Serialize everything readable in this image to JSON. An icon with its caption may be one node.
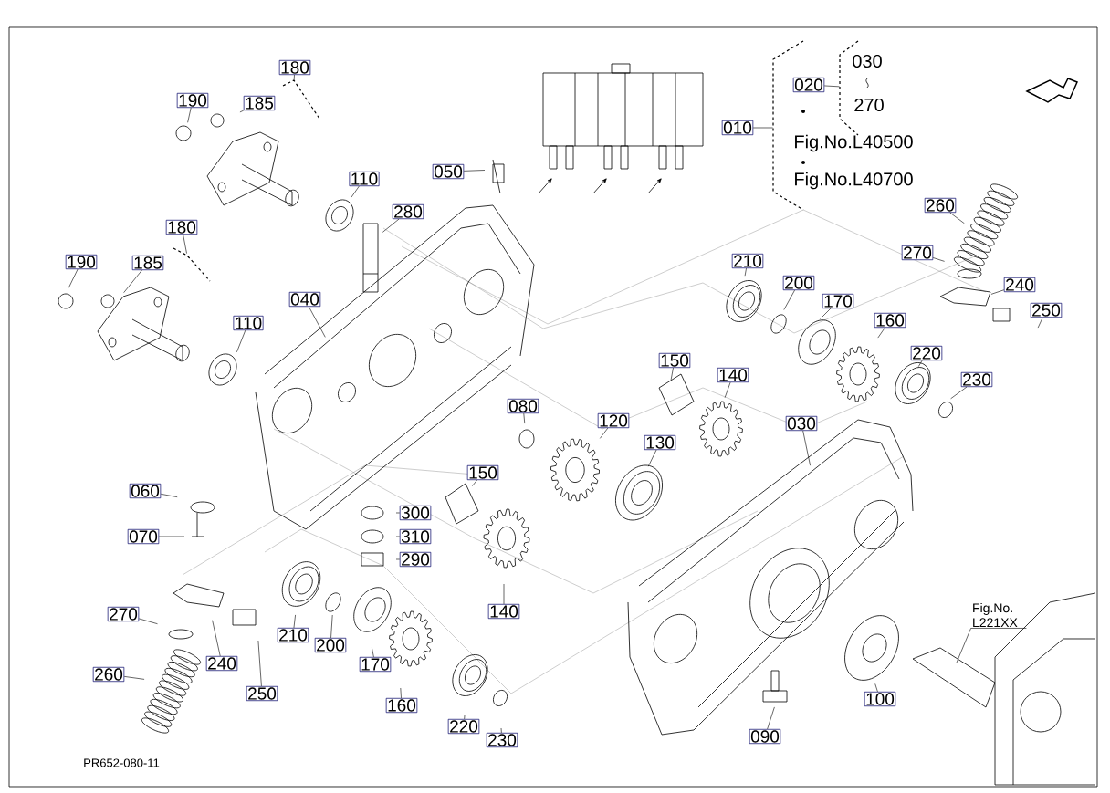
{
  "diagram": {
    "nodes": [
      {
        "text": [
          "180"
        ]
      },
      {
        "text": [
          "190"
        ]
      },
      {
        "text": [
          "185"
        ]
      },
      {
        "text": [
          "110"
        ]
      },
      {
        "text": [
          "050"
        ]
      },
      {
        "text": [
          "280"
        ]
      },
      {
        "text": [
          "180"
        ]
      },
      {
        "text": [
          "190"
        ]
      },
      {
        "text": [
          "185"
        ]
      },
      {
        "text": [
          "110"
        ]
      },
      {
        "text": [
          "040"
        ]
      },
      {
        "text": [
          "010"
        ]
      },
      {
        "text": [
          "020"
        ]
      },
      {
        "text": [
          "260"
        ]
      },
      {
        "text": [
          "270"
        ]
      },
      {
        "text": [
          "210"
        ]
      },
      {
        "text": [
          "200"
        ]
      },
      {
        "text": [
          "170"
        ]
      },
      {
        "text": [
          "240"
        ]
      },
      {
        "text": [
          "250"
        ]
      },
      {
        "text": [
          "160"
        ]
      },
      {
        "text": [
          "150"
        ]
      },
      {
        "text": [
          "140"
        ]
      },
      {
        "text": [
          "220"
        ]
      },
      {
        "text": [
          "230"
        ]
      },
      {
        "text": [
          "080"
        ]
      },
      {
        "text": [
          "120"
        ]
      },
      {
        "text": [
          "130"
        ]
      },
      {
        "text": [
          "030"
        ]
      },
      {
        "text": [
          "150"
        ]
      },
      {
        "text": [
          "060"
        ]
      },
      {
        "text": [
          "300"
        ]
      },
      {
        "text": [
          "070"
        ]
      },
      {
        "text": [
          "310"
        ]
      },
      {
        "text": [
          "290"
        ]
      },
      {
        "text": [
          "140"
        ]
      },
      {
        "text": [
          "270"
        ]
      },
      {
        "text": [
          "210"
        ]
      },
      {
        "text": [
          "200"
        ]
      },
      {
        "text": [
          "240"
        ]
      },
      {
        "text": [
          "170"
        ]
      },
      {
        "text": [
          "260"
        ]
      },
      {
        "text": [
          "250"
        ]
      },
      {
        "text": [
          "160"
        ]
      },
      {
        "text": [
          "220"
        ]
      },
      {
        "text": [
          "230"
        ]
      },
      {
        "text": [
          "090"
        ]
      },
      {
        "text": [
          "100"
        ]
      },
      {
        "text": [
          "Fig.No. L221XX"
        ]
      },
      {
        "text": [],
        "shape": "bracket"
      },
      {
        "text": [],
        "shape": "bracket"
      },
      {
        "text": [],
        "shape": "bracket"
      },
      {
        "text": [],
        "shape": "bracket"
      }
    ],
    "edges": [
      {
        "from": 0,
        "to": 49,
        "arrow": "none"
      },
      {
        "from": 1,
        "to": null,
        "arrow": "none"
      },
      {
        "from": 2,
        "to": null,
        "arrow": "none"
      },
      {
        "from": 3,
        "to": null,
        "arrow": "none"
      },
      {
        "from": 4,
        "to": null,
        "arrow": "none"
      },
      {
        "from": 5,
        "to": null,
        "arrow": "none"
      },
      {
        "from": 6,
        "to": 50,
        "arrow": "none"
      },
      {
        "from": 7,
        "to": null,
        "arrow": "none"
      },
      {
        "from": 8,
        "to": null,
        "arrow": "none"
      },
      {
        "from": 9,
        "to": null,
        "arrow": "none"
      },
      {
        "from": 10,
        "to": null,
        "arrow": "none"
      },
      {
        "from": 11,
        "to": 51,
        "arrow": "none"
      },
      {
        "from": 12,
        "to": 52,
        "arrow": "none"
      },
      {
        "from": 13,
        "to": null,
        "arrow": "none"
      },
      {
        "from": 14,
        "to": null,
        "arrow": "none"
      },
      {
        "from": 15,
        "to": null,
        "arrow": "none"
      },
      {
        "from": 16,
        "to": null,
        "arrow": "none"
      },
      {
        "from": 17,
        "to": null,
        "arrow": "none"
      },
      {
        "from": 18,
        "to": null,
        "arrow": "none"
      },
      {
        "from": 19,
        "to": null,
        "arrow": "none"
      },
      {
        "from": 20,
        "to": null,
        "arrow": "none"
      },
      {
        "from": 21,
        "to": null,
        "arrow": "none"
      },
      {
        "from": 22,
        "to": null,
        "arrow": "none"
      },
      {
        "from": 23,
        "to": null,
        "arrow": "none"
      },
      {
        "from": 24,
        "to": null,
        "arrow": "none"
      },
      {
        "from": 25,
        "to": null,
        "arrow": "none"
      },
      {
        "from": 26,
        "to": null,
        "arrow": "none"
      },
      {
        "from": 27,
        "to": null,
        "arrow": "none"
      },
      {
        "from": 28,
        "to": null,
        "arrow": "none"
      },
      {
        "from": 29,
        "to": null,
        "arrow": "none"
      },
      {
        "from": 30,
        "to": null,
        "arrow": "none"
      },
      {
        "from": 31,
        "to": null,
        "arrow": "none"
      },
      {
        "from": 32,
        "to": null,
        "arrow": "none"
      },
      {
        "from": 33,
        "to": null,
        "arrow": "none"
      },
      {
        "from": 34,
        "to": null,
        "arrow": "none"
      },
      {
        "from": 35,
        "to": null,
        "arrow": "none"
      },
      {
        "from": 36,
        "to": null,
        "arrow": "none"
      },
      {
        "from": 37,
        "to": null,
        "arrow": "none"
      },
      {
        "from": 38,
        "to": null,
        "arrow": "none"
      },
      {
        "from": 39,
        "to": null,
        "arrow": "none"
      },
      {
        "from": 40,
        "to": null,
        "arrow": "none"
      },
      {
        "from": 41,
        "to": null,
        "arrow": "none"
      },
      {
        "from": 42,
        "to": null,
        "arrow": "none"
      },
      {
        "from": 43,
        "to": null,
        "arrow": "none"
      },
      {
        "from": 44,
        "to": null,
        "arrow": "none"
      },
      {
        "from": 45,
        "to": null,
        "arrow": "none"
      },
      {
        "from": 46,
        "to": null,
        "arrow": "none"
      },
      {
        "from": 47,
        "to": null,
        "arrow": "none"
      },
      {
        "from": 48,
        "to": null,
        "arrow": "none"
      }
    ],
    "labels": [
      "030",
      "270",
      "Fig.No.L40500",
      "Fig.No.L40700",
      "PR652-080-11"
    ]
  }
}
